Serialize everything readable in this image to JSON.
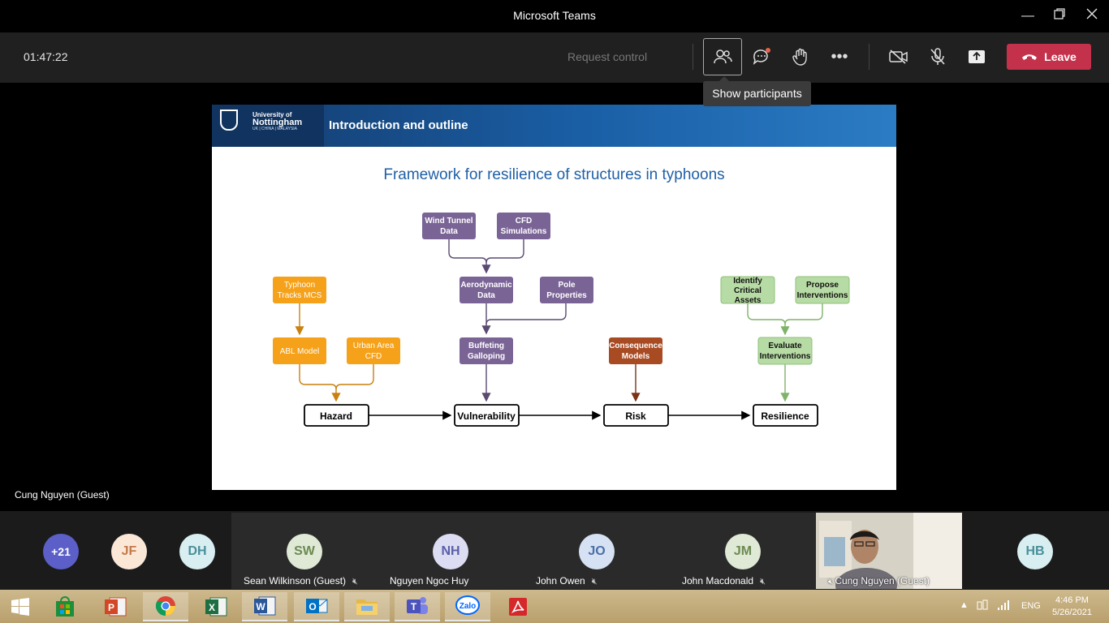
{
  "window": {
    "title": "Microsoft Teams"
  },
  "toolbar": {
    "timer": "01:47:22",
    "request_control": "Request control",
    "leave_label": "Leave",
    "tooltip": "Show participants"
  },
  "slide": {
    "logo_line1": "University of",
    "logo_line2": "Nottingham",
    "logo_line3": "UK | CHINA | MALAYSIA",
    "header_title": "Introduction and outline",
    "heading": "Framework for resilience of structures in typhoons",
    "nodes": {
      "wind_tunnel": [
        "Wind Tunnel",
        "Data"
      ],
      "cfd_sim": [
        "CFD",
        "Simulations"
      ],
      "typhoon": [
        "Typhoon",
        "Tracks MCS"
      ],
      "aero": [
        "Aerodynamic",
        "Data"
      ],
      "pole": [
        "Pole",
        "Properties"
      ],
      "identify": [
        "Identify",
        "Critical",
        "Assets"
      ],
      "propose": [
        "Propose",
        "Interventions"
      ],
      "abl": [
        "ABL Model"
      ],
      "urban": [
        "Urban Area",
        "CFD"
      ],
      "buffeting": [
        "Buffeting",
        "Galloping"
      ],
      "consequence": [
        "Consequence",
        "Models"
      ],
      "evaluate": [
        "Evaluate",
        "Interventions"
      ],
      "hazard": [
        "Hazard"
      ],
      "vulnerability": [
        "Vulnerability"
      ],
      "risk": [
        "Risk"
      ],
      "resilience": [
        "Resilience"
      ]
    }
  },
  "presenter_label": "Cung Nguyen (Guest)",
  "participants": [
    {
      "initials": "+21"
    },
    {
      "initials": "JF"
    },
    {
      "initials": "DH"
    },
    {
      "initials": "SW",
      "name": "Sean Wilkinson (Guest)",
      "muted": true
    },
    {
      "initials": "NH",
      "name": "Nguyen Ngoc Huy",
      "muted": false
    },
    {
      "initials": "JO",
      "name": "John Owen",
      "muted": true
    },
    {
      "initials": "JM",
      "name": "John Macdonald",
      "muted": true
    },
    {
      "name": "Cung Nguyen (Guest)"
    },
    {
      "initials": "HB"
    }
  ],
  "taskbar": {
    "language": "ENG",
    "time": "4:46 PM",
    "date": "5/26/2021",
    "zalo_label": "Zalo"
  },
  "colors": {
    "orange": "#f5a11a",
    "purple": "#7a6496",
    "green": "#b7dba4",
    "brown": "#a84a22",
    "leave": "#c4314b"
  }
}
